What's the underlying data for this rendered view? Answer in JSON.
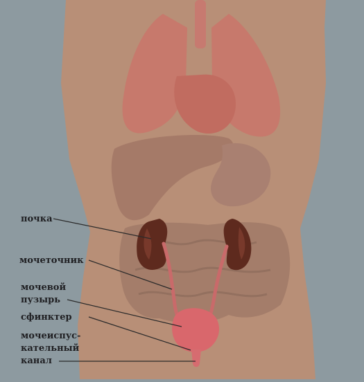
{
  "labels": {
    "kidney": "почка",
    "ureter": "мочеточник",
    "bladder_line1": "мочевой",
    "bladder_line2": "пузырь",
    "sphincter": "сфинктер",
    "urethra_line1": "мочеиспус-",
    "urethra_line2": "кательный",
    "urethra_line3": "канал"
  },
  "colors": {
    "page": "#8d9aa0",
    "body_silhouette": "#b88f77",
    "lungs": "#c9776a",
    "heart": "#c16c60",
    "liver": "#a57a68",
    "stomach": "#a98071",
    "intestine": "#a27b68",
    "kidney": "#5e2a1e",
    "kidney_highlight": "#8a4533",
    "ureter": "#c96a6a",
    "bladder": "#d9676c",
    "urethra": "#d66c70",
    "leader_line": "#2a2a2a",
    "label_text": "#1f1f22"
  }
}
